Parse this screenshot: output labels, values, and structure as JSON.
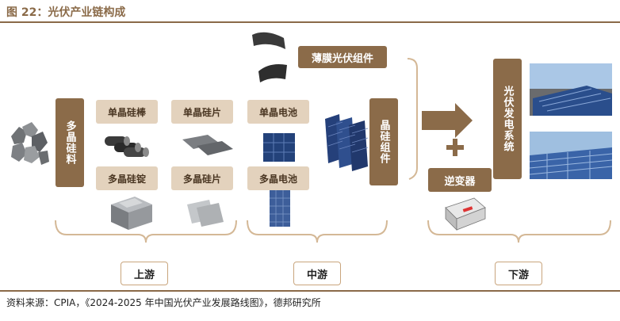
{
  "title": "图 22：光伏产业链构成",
  "source": "资料来源：CPIA，《2024-2025 年中国光伏产业发展路线图》，德邦研究所",
  "nodes": {
    "polysilicon": "多晶硅料",
    "mono_rod": "单晶硅棒",
    "mono_wafer": "单晶硅片",
    "mono_cell": "单晶电池",
    "multi_ingot": "多晶硅锭",
    "multi_wafer": "多晶硅片",
    "multi_cell": "多晶电池",
    "thin_film": "薄膜光伏组件",
    "crystal_module": "晶硅组件",
    "inverter": "逆变器",
    "pv_system": "光伏发电系统"
  },
  "stages": {
    "upstream": "上游",
    "midstream": "中游",
    "downstream": "下游"
  },
  "colors": {
    "dark_box": "#8b6b49",
    "light_box": "#e3d2bd",
    "bracket": "#d4b896",
    "title": "#8a6a48"
  }
}
